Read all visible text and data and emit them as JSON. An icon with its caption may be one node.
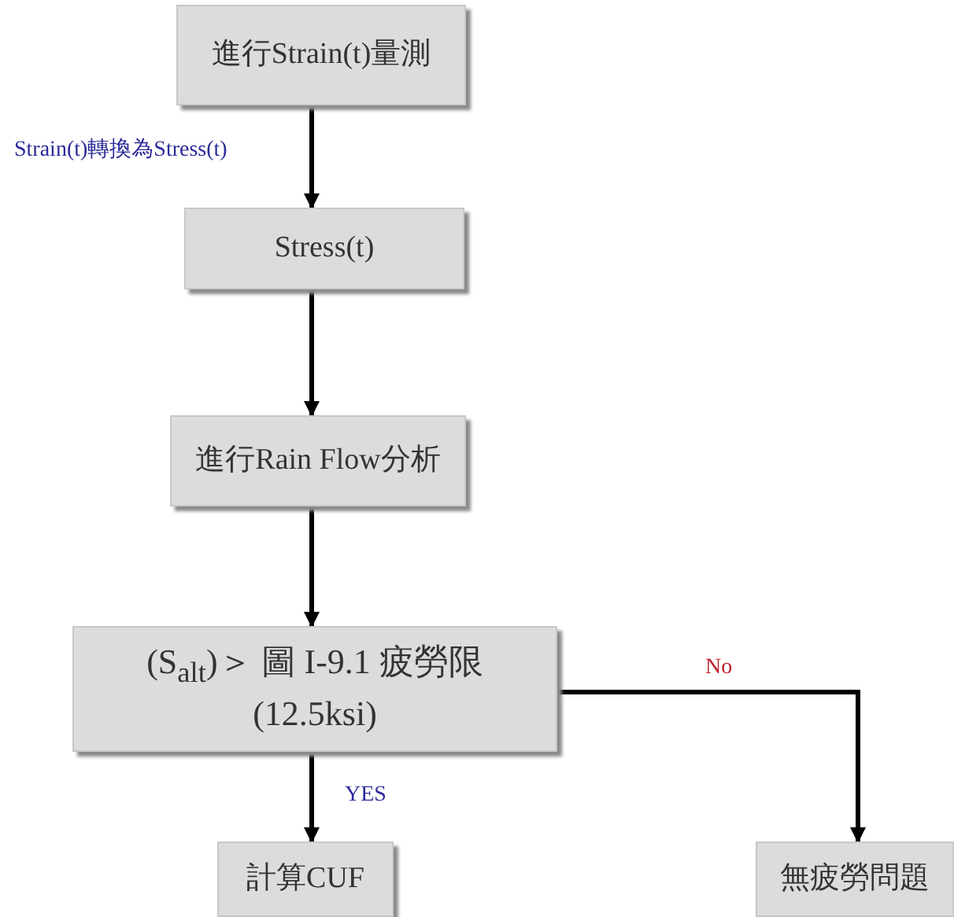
{
  "diagram": {
    "nodes": [
      {
        "text": [
          "進行Strain(t)量測"
        ]
      },
      {
        "text": [
          "Stress(t)"
        ]
      },
      {
        "text": [
          "進行Rain Flow分析"
        ]
      },
      {
        "text": [
          "(S$_{alt}$)＞ 圖 I-9.1 疲勞限 (12.5ksi)"
        ]
      },
      {
        "text": [
          "計算CUF"
        ]
      },
      {
        "text": [
          "無疲勞問題"
        ]
      }
    ],
    "edges": [
      {
        "from": 0,
        "to": 1,
        "arrow": "to",
        "label": "Strain(t)轉換為Stress(t)"
      },
      {
        "from": 1,
        "to": 2,
        "arrow": "to"
      },
      {
        "from": 2,
        "to": 3,
        "arrow": "to"
      },
      {
        "from": 3,
        "to": 4,
        "arrow": "to",
        "label": "YES"
      },
      {
        "from": 3,
        "to": 5,
        "arrow": "to",
        "label": "No"
      }
    ]
  }
}
